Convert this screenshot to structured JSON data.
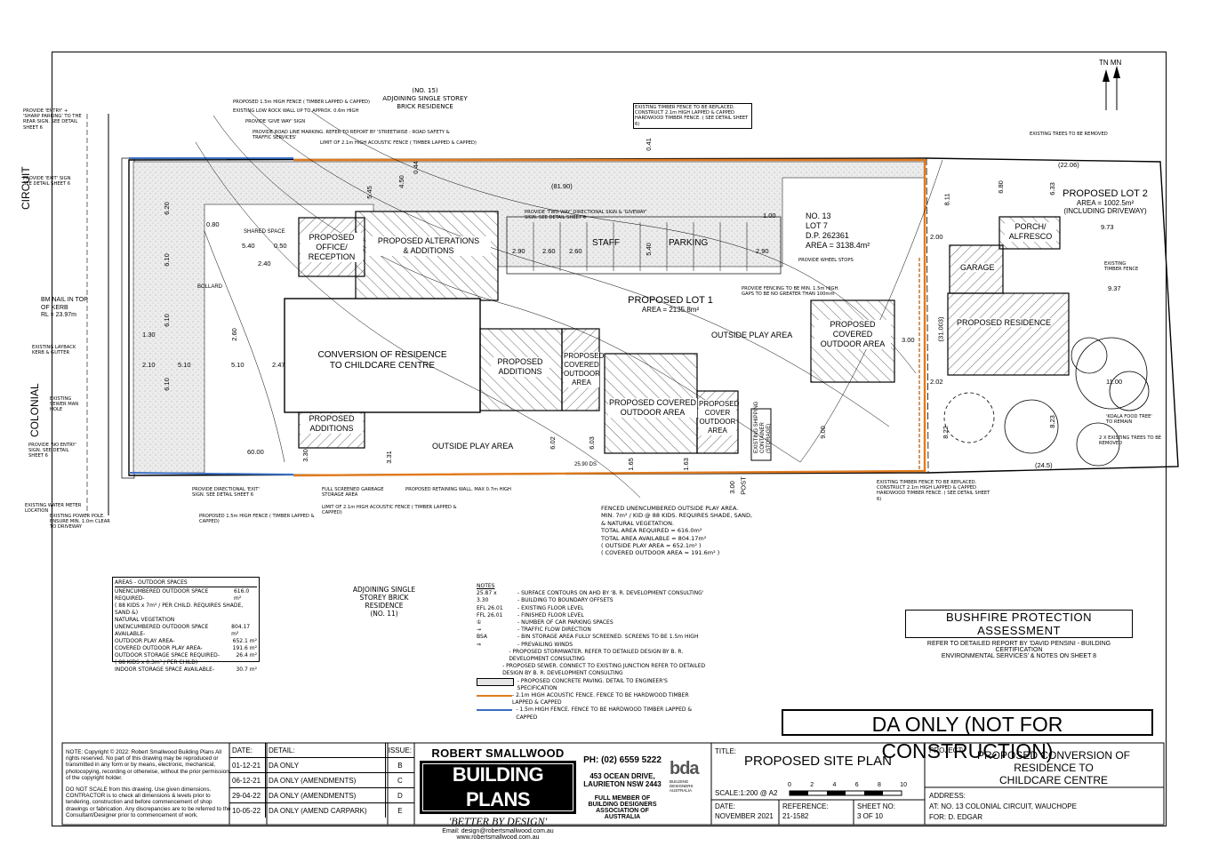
{
  "copyright": {
    "note": "NOTE: Copyright © 2022: Robert Smallwood Building Plans All rights reserved. No part of this drawing may be reproduced or transmitted in any form or by means, electronic, mechanical, photocopying, recording or otherwise, without the prior permission of the copyright holder.",
    "scale_note": "DO NOT SCALE from this drawing. Use given dimensions. CONTRACTOR is to check all dimensions & levels prior to tendering, construction and before commencement of shop drawings or fabrication. Any discrepancies are to be referred to the Consultant/Designer prior to commencement of work."
  },
  "revisions": {
    "headers": {
      "date": "DATE:",
      "detail": "DETAIL:",
      "issue": "ISSUE:"
    },
    "rows": [
      {
        "date": "01-12-21",
        "detail": "DA ONLY",
        "issue": "B"
      },
      {
        "date": "06-12-21",
        "detail": "DA ONLY (AMENDMENTS)",
        "issue": "C"
      },
      {
        "date": "29-04-22",
        "detail": "DA ONLY (AMENDMENTS)",
        "issue": "D"
      },
      {
        "date": "10-05-22",
        "detail": "DA ONLY (AMEND CARPARK)",
        "issue": "E"
      }
    ]
  },
  "company": {
    "name_top": "ROBERT SMALLWOOD",
    "name_main": "BUILDING PLANS",
    "tagline": "'BETTER BY DESIGN'",
    "email": "Email: design@robertsmallwood.com.au",
    "web": "www.robertsmallwood.com.au",
    "phone": "PH: (02) 6559 5222",
    "addr1": "453 OCEAN DRIVE,",
    "addr2": "LAURIETON NSW 2443",
    "member1": "FULL MEMBER OF",
    "member2": "BUILDING DESIGNERS",
    "member3": "ASSOCIATION OF AUSTRALIA",
    "bda_logo": "bda",
    "bda_sub1": "BUILDING",
    "bda_sub2": "DESIGNERS",
    "bda_sub3": "AUSTRALIA"
  },
  "title_block": {
    "title_label": "TITLE:",
    "title": "PROPOSED SITE PLAN",
    "scale_label": "SCALE:1:200 @ A2",
    "scale_ticks": [
      "0",
      "2",
      "4",
      "6",
      "8",
      "10"
    ],
    "date_label": "DATE:",
    "date": "NOVEMBER 2021",
    "reference_label": "REFERENCE:",
    "reference": "21-1582",
    "sheet_label": "SHEET NO:",
    "sheet": "3 OF 10",
    "project_label": "PROJECT:",
    "project1": "PROPOSED CONVERSION OF",
    "project2": "RESIDENCE TO",
    "project3": "CHILDCARE CENTRE",
    "address_label": "ADDRESS:",
    "address": "AT: NO. 13 COLONIAL CIRCUIT, WAUCHOPE",
    "for": "FOR: D. EDGAR"
  },
  "banner": "DA ONLY (NOT FOR CONSTRUCTION)",
  "bushfire": {
    "title": "BUSHFIRE PROTECTION ASSESSMENT",
    "line1": "REFER TO DETAILED REPORT BY 'DAVID PENSINI - BUILDING CERTIFICATION",
    "line2": "ENVIRONMENTAL SERVICES' & NOTES ON SHEET 8"
  },
  "areas": {
    "title": "AREAS - OUTDOOR SPACES",
    "rows": [
      {
        "label": "UNENCUMBERED OUTDOOR SPACE REQUIRED-",
        "value": "616.0 m²"
      },
      {
        "label": "( 88 KIDS x 7m² / PER CHILD. REQUIRES SHADE, SAND &)",
        "value": ""
      },
      {
        "label": "NATURAL VEGETATION",
        "value": ""
      },
      {
        "label": "UNENCUMBERED OUTDOOR SPACE AVAILABLE-",
        "value": "804.17 m²"
      },
      {
        "label": "OUTDOOR PLAY AREA-",
        "value": "652.1 m²"
      },
      {
        "label": "COVERED OUTDOOR PLAY AREA-",
        "value": "191.6 m²"
      },
      {
        "label": "OUTDOOR STORAGE SPACE REQUIRED-",
        "value": "26.4 m²"
      },
      {
        "label": "( 88 KIDS x 0.3m² / PER CHILD)",
        "value": ""
      },
      {
        "label": "INDOOR STORAGE SPACE AVAILABLE-",
        "value": "30.7 m²"
      }
    ]
  },
  "adjoining_11": [
    "ADJOINING SINGLE",
    "STOREY BRICK",
    "RESIDENCE",
    "(NO. 11)"
  ],
  "notes": {
    "title": "NOTES",
    "rows": [
      {
        "sym": "25.87 x",
        "text": "- SURFACE CONTOURS ON AHD BY 'B. R. DEVELOPMENT CONSULTING'"
      },
      {
        "sym": "3.30",
        "text": "- BUILDING TO BOUNDARY OFFSETS"
      },
      {
        "sym": "EFL 26.01",
        "text": "- EXISTING FLOOR LEVEL"
      },
      {
        "sym": "FFL 26.01",
        "text": "- FINISHED FLOOR LEVEL"
      },
      {
        "sym": "①",
        "text": "- NUMBER OF CAR PARKING SPACES"
      },
      {
        "sym": "→",
        "text": "- TRAFFIC FLOW DIRECTION"
      },
      {
        "sym": "BSA",
        "text": "- BIN STORAGE AREA FULLY SCREENED. SCREENS TO BE 1.5m HIGH"
      },
      {
        "sym": "⇒",
        "text": "- PREVAILING WINDS"
      },
      {
        "sym": "",
        "text": "- PROPOSED STORMWATER. REFER TO DETAILED DESIGN BY B. R. DEVELOPMENT CONSULTING"
      },
      {
        "sym": "",
        "text": "- PROPOSED SEWER. CONNECT TO EXISTING JUNCTION REFER TO DETAILED DESIGN BY B. R. DEVELOPMENT CONSULTING"
      },
      {
        "sym": "",
        "text": "- PROPOSED CONCRETE PAVING. DETAIL TO ENGINEER'S SPECIFICATION"
      },
      {
        "sym": "",
        "text": "- 2.1m HIGH ACOUSTIC FENCE. FENCE TO BE HARDWOOD TIMBER LAPPED & CAPPED"
      },
      {
        "sym": "",
        "text": "- 1.5m HIGH FENCE. FENCE TO BE HARDWOOD TIMBER LAPPED & CAPPED"
      }
    ]
  },
  "plan": {
    "north": "TN MN",
    "street1": "CIRCUIT",
    "street2": "COLONIAL",
    "adjoining_15": [
      "(NO. 15)",
      "ADJOINING SINGLE STOREY",
      "BRICK RESIDENCE"
    ],
    "lot_info": [
      "NO. 13",
      "LOT 7",
      "D.P. 262361",
      "AREA = 3138.4m²"
    ],
    "lot1": "PROPOSED LOT 1",
    "lot1_area": "AREA = 2135.8m²",
    "lot2": "PROPOSED LOT 2",
    "lot2_area": "AREA = 1002.5m²",
    "lot2_sub": "(INCLUDING DRIVEWAY)",
    "office": [
      "PROPOSED",
      "OFFICE/",
      "RECEPTION"
    ],
    "alterations": [
      "PROPOSED ALTERATIONS",
      "& ADDITIONS"
    ],
    "conversion": [
      "CONVERSION OF RESIDENCE",
      "TO CHILDCARE CENTRE"
    ],
    "additions_small": [
      "PROPOSED",
      "ADDITIONS"
    ],
    "additions_mid": [
      "PROPOSED",
      "ADDITIONS"
    ],
    "covered1": [
      "PROPOSED",
      "COVERED",
      "OUTDOOR",
      "AREA"
    ],
    "covered2": [
      "PROPOSED COVERED",
      "OUTDOOR AREA"
    ],
    "covered3": [
      "PROPOSED",
      "COVER",
      "OUTDOOR",
      "AREA"
    ],
    "covered4": [
      "PROPOSED",
      "COVERED",
      "OUTDOOR AREA"
    ],
    "staff": "STAFF",
    "parking": "PARKING",
    "play1": "OUTSIDE PLAY AREA",
    "play2": "OUTSIDE PLAY AREA",
    "garage": "GARAGE",
    "porch": [
      "PORCH/",
      "ALFRESCO"
    ],
    "residence": "PROPOSED RESIDENCE",
    "container": [
      "EXISTING SHIPPING",
      "CONTAINER",
      "(STORAGE)"
    ],
    "bm": [
      "BM NAIL IN TOP",
      "OF KERB",
      "RL = 23.97m"
    ],
    "fenced_note": [
      "FENCED UNENCUMBERED OUTSIDE PLAY AREA.",
      "MIN. 7m² / KID @ 88 KIDS. REQUIRES SHADE, SAND,",
      "& NATURAL VEGETATION.",
      "TOTAL AREA REQUIRED = 616.0m²",
      "TOTAL AREA AVAILABLE = 804.17m²",
      "( OUTSIDE PLAY AREA = 652.1m² )",
      "( COVERED OUTDOOR AREA = 191.6m² )"
    ],
    "dims": [
      "(81.90)",
      "(22.06)",
      "(31.003)",
      "(24.5)",
      "9.73",
      "9.37",
      "11.00",
      "6.80",
      "6.33",
      "8.11",
      "2.00",
      "3.00",
      "2.02",
      "8.22",
      "8.23",
      "9.00",
      "0.41",
      "6.20",
      "6.10",
      "6.10",
      "6.10",
      "1.30",
      "2.10",
      "5.10",
      "5.10",
      "2.60",
      "2.47",
      "5.40",
      "0.50",
      "0.80",
      "2.40",
      "2.90",
      "2.60",
      "2.60",
      "2.90",
      "1.00",
      "5.40",
      "5.45",
      "4.50",
      "0.44",
      "3.31",
      "3.30",
      "6.02",
      "6.03",
      "1.65",
      "1.63",
      "3.00",
      "60.00",
      "25.90 DS",
      "POST",
      "BOLLARD",
      "SHARED SPACE"
    ],
    "fence_notes": [
      "PROPOSED 1.5m HIGH FENCE ( TIMBER LAPPED & CAPPED)",
      "EXISTING LOW ROCK WALL UP TO APPROX. 0.6m HIGH",
      "PROVIDE 'GIVE WAY' SIGN",
      "PROVIDE ROAD LINE MARKING. REFER TO REPORT BY 'STREETWISE - ROAD SAFETY & TRAFFIC SERVICES'",
      "LIMIT OF 2.1m HIGH ACOUSTIC FENCE ( TIMBER LAPPED & CAPPED)",
      "EXISTING TIMBER FENCE TO BE REPLACED. CONSTRUCT 2.1m HIGH LAPPED & CAPPED HARDWOOD TIMBER FENCE. ( SEE DETAIL SHEET 6)",
      "EXISTING TREES TO BE REMOVED",
      "PROVIDE 'ENTRY' + 'SHARP PARKING' TO THE REAR SIGN. SEE DETAIL SHEET 6",
      "PROVIDE 'EXIT' SIGN SEE DETAIL SHEET 6",
      "EXISTING LAYBACK KERB & GUTTER",
      "EXISTING SEWER MAN HOLE",
      "PROVIDE 'NO ENTRY' SIGN. SEE DETAIL SHEET 6",
      "EXISTING WATER METER LOCATION",
      "EXISTING POWER POLE. ENSURE MIN. 1.0m CLEAR TO DRIVEWAY",
      "PROVIDE DIRECTIONAL 'EXIT' SIGN. SEE DETAIL SHEET 6",
      "FULL SCREENED GARBAGE STORAGE AREA",
      "PROPOSED RETAINING WALL. MAX 0.7m HIGH",
      "LIMIT OF 2.1m HIGH ACOUSTIC FENCE ( TIMBER LAPPED & CAPPED)",
      "PROPOSED 1.5m HIGH FENCE ( TIMBER LAPPED & CAPPED)",
      "EXISTING TIMBER FENCE TO BE REPLACED. CONSTRUCT 2.1m HIGH LAPPED & CAPPED HARDWOOD TIMBER FENCE. ( SEE DETAIL SHEET 6)",
      "'KOALA FOOD TREE' TO REMAIN",
      "2 X EXISTING TREES TO BE REMOVED",
      "EXISTING TIMBER FENCE",
      "PROVIDE WHEEL STOPS",
      "PROVIDE 'TWO WAY' DIRECTIONAL SIGN & 'GIVEWAY' SIGN. SEE DETAIL SHEET 6",
      "PROVIDE FENCING TO BE MIN. 1.5m HIGH. GAPS TO BE NO GREATER THAN 100mm"
    ]
  },
  "colors": {
    "acoustic_fence": "#e07b1f",
    "fence_15": "#3a6fc4",
    "paving": "#e6e6e6"
  }
}
